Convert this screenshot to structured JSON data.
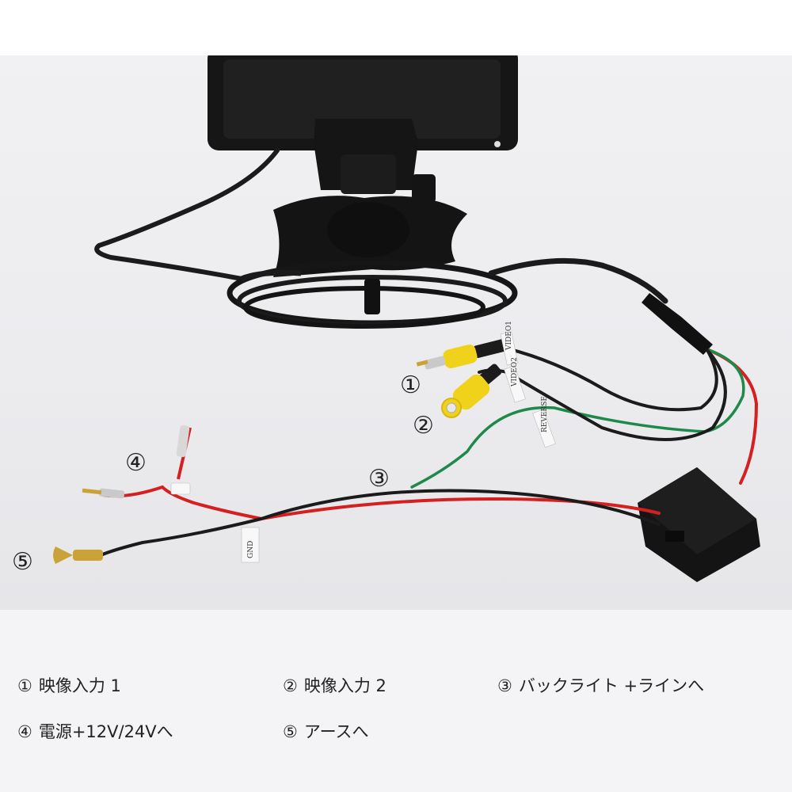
{
  "callouts": {
    "c1": "①",
    "c2": "②",
    "c3": "③",
    "c4": "④",
    "c5": "⑤"
  },
  "wire_tags": {
    "video1": "VIDEO1",
    "video2": "VIDEO2",
    "reverse": "REVERSE",
    "gnd": "GND"
  },
  "legend": [
    {
      "num": "①",
      "text": "映像入力 1"
    },
    {
      "num": "②",
      "text": "映像入力 2"
    },
    {
      "num": "③",
      "text": "バックライト +ラインへ"
    },
    {
      "num": "④",
      "text": "電源+12V/24Vへ"
    },
    {
      "num": "⑤",
      "text": "アースへ"
    }
  ],
  "colors": {
    "wire_red": "#d42020",
    "wire_black": "#1b1b1b",
    "wire_green": "#1e8a4a",
    "rca_yellow": "#f0d21a",
    "brass": "#c9a23a"
  }
}
